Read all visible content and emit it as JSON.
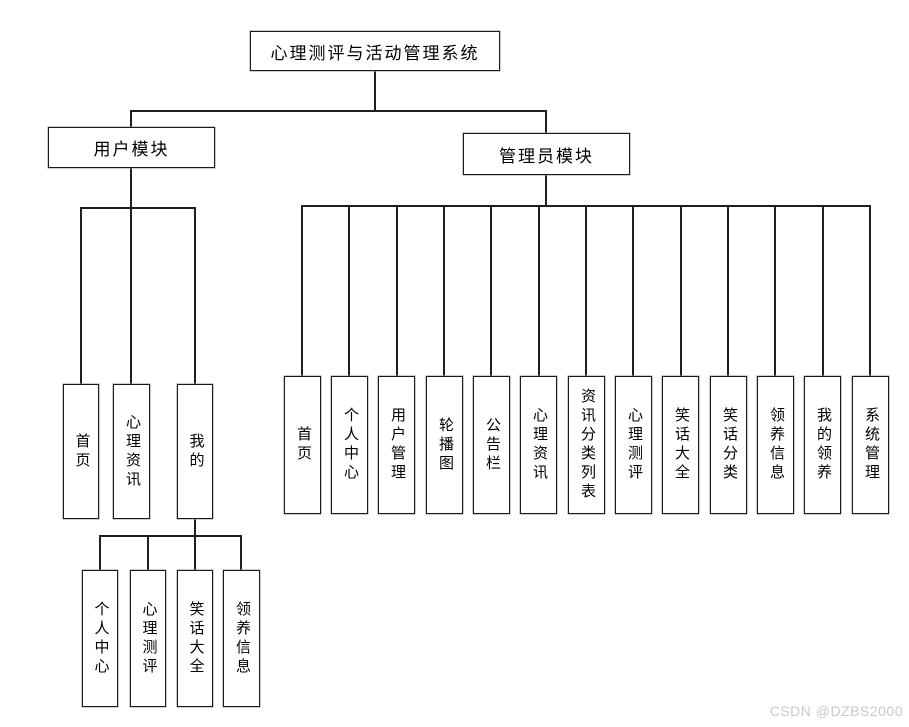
{
  "diagram": {
    "root": "心理测评与活动管理系统",
    "user_module": {
      "label": "用户模块",
      "children": [
        "首页",
        "心理资讯",
        "我的"
      ],
      "my_submenu": [
        "个人中心",
        "心理测评",
        "笑话大全",
        "领养信息"
      ]
    },
    "admin_module": {
      "label": "管理员模块",
      "children": [
        "首页",
        "个人中心",
        "用户管理",
        "轮播图",
        "公告栏",
        "心理资讯",
        "资讯分类列表",
        "心理测评",
        "笑话大全",
        "笑话分类",
        "领养信息",
        "我的领养",
        "系统管理"
      ]
    }
  },
  "watermark": "CSDN @DZBS2000",
  "colors": {
    "line": "#1f1f1f",
    "node_border": "#1b1b1b",
    "node_background": "#ffffff",
    "watermark_text": "#c9c9c9",
    "page_background": "#ffffff"
  }
}
